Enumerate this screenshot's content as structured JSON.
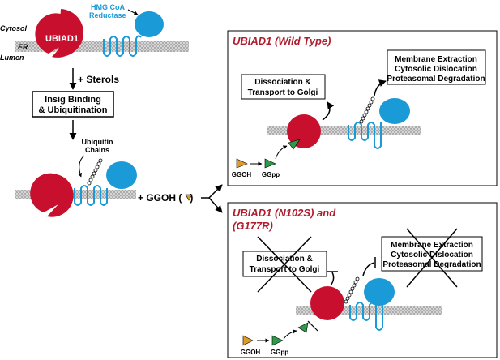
{
  "labels": {
    "hmg_line1": "HMG CoA",
    "hmg_line2": "Reductase",
    "cytosol": "Cytosol",
    "er": "ER",
    "lumen": "Lumen",
    "ubiad1": "UBIAD1",
    "plus_sterols": "+ Sterols",
    "insig_line1": "Insig Binding",
    "insig_line2": "& Ubiquitination",
    "ubiquitin_line1": "Ubiquitin",
    "ubiquitin_line2": "Chains",
    "ggoh_add": "+ GGOH (",
    "ggoh_add_close": ")",
    "ggoh": "GGOH",
    "ggpp": "GGpp"
  },
  "wild_type": {
    "title": "UBIAD1 (Wild Type)",
    "dissociation_line1": "Dissociation &",
    "dissociation_line2": "Transport to Golgi",
    "extraction_line1": "Membrane Extraction",
    "extraction_line2": "Cytosolic Dislocation",
    "extraction_line3": "Proteasomal Degradation"
  },
  "mutant": {
    "title_line1": "UBIAD1 (N102S) and",
    "title_line2": "(G177R)",
    "dissociation_line1": "Dissociation &",
    "dissociation_line2": "Transport to Golgi",
    "extraction_line1": "Membrane Extraction",
    "extraction_line2": "Cytosolic Dislocation",
    "extraction_line3": "Proteasomal Degradation"
  },
  "colors": {
    "ubiad1_red": "#c8102e",
    "hmgcr_blue": "#1a9ad6",
    "mutant_title_red": "#b01c2e",
    "ggoh_orange": "#e09a2a",
    "ggpp_green": "#2e9a4a",
    "membrane_grey": "#bdbdbd"
  }
}
